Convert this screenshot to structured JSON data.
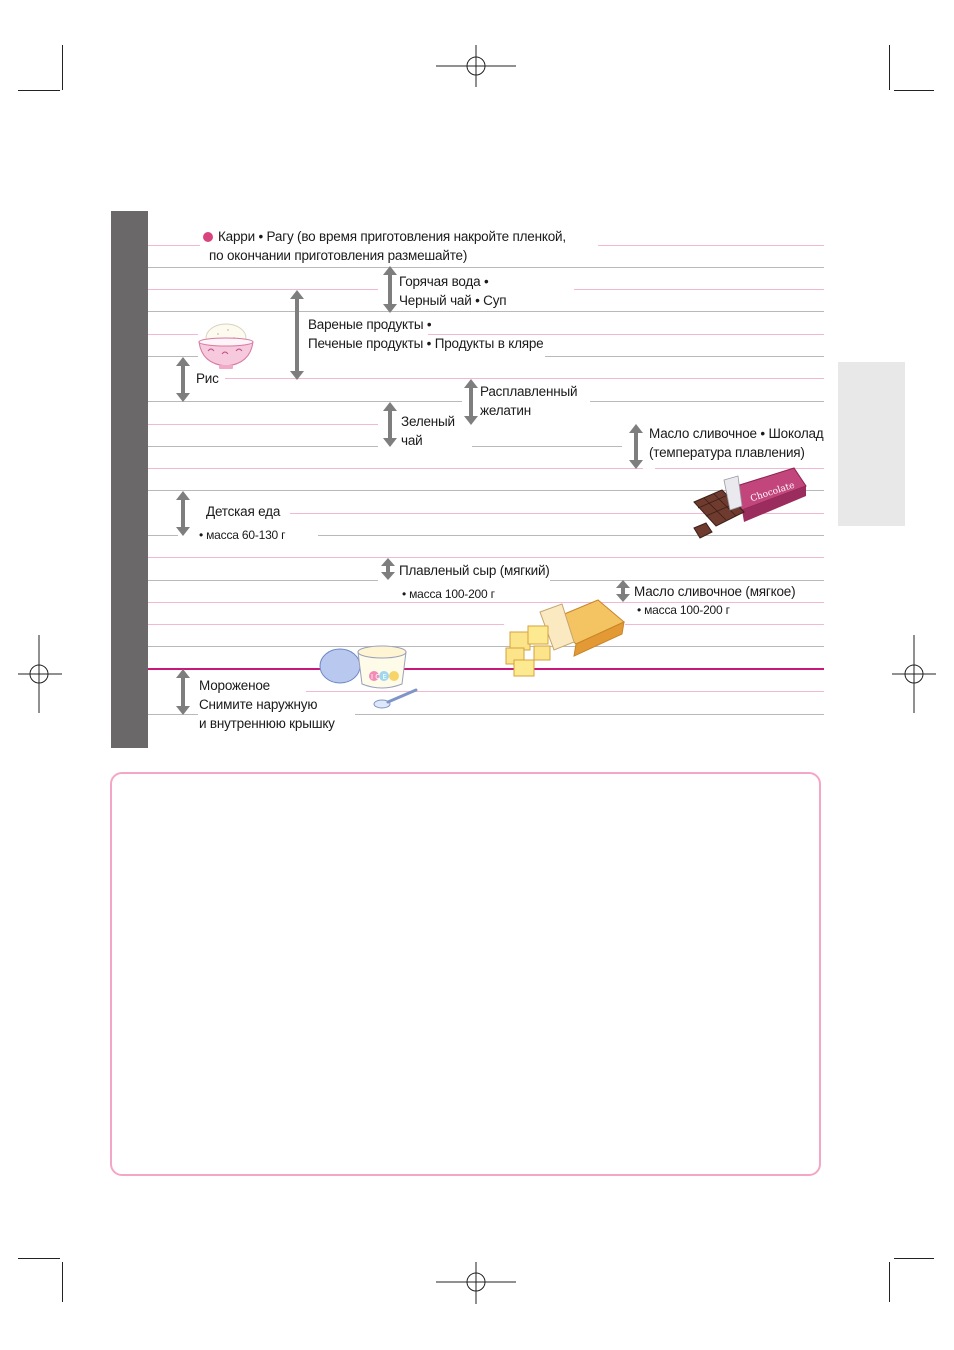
{
  "rows": {
    "curry": {
      "bullet_color": "#d8457e",
      "line1": "Карри  •  Рагу (во время приготовления накройте пленкой,",
      "line2": "по окончании приготовления размешайте)"
    },
    "hot_water": {
      "line1": "Горячая вода  •",
      "line2": "Черный чай  •  Суп"
    },
    "boiled": {
      "line1": "Вареные продукты  •",
      "line2": "Печеные продукты  •  Продукты в кляре"
    },
    "rice": {
      "label": "Рис"
    },
    "gelatin": {
      "line1": "Расплавленный",
      "line2": "желатин"
    },
    "green_tea": {
      "line1": "Зеленый",
      "line2": "чай"
    },
    "butter_choc": {
      "line1": "Масло сливочное  •  Шоколад",
      "line2": "(температура плавления)"
    },
    "baby_food": {
      "line1": "Детская еда",
      "line2": "•  масса 60-130 г"
    },
    "cheese": {
      "line1": "Плавленый сыр (мягкий)",
      "line2": "•  масса 100-200 г"
    },
    "soft_butter": {
      "line1": "Масло сливочное (мягкое)",
      "line2": "•  масса 100-200 г"
    },
    "ice_cream": {
      "line1": "Мороженое",
      "line2": "Снимите наружную",
      "line3": "и внутреннюю крышку"
    }
  },
  "images": {
    "chocolate_label": "Chocolate",
    "ice_label": "I C E"
  },
  "colors": {
    "sidebar": "#6a6868",
    "accent_pink": "#f2b7d2",
    "accent_magenta": "#c8197a",
    "note_border": "#f3a6c6"
  }
}
